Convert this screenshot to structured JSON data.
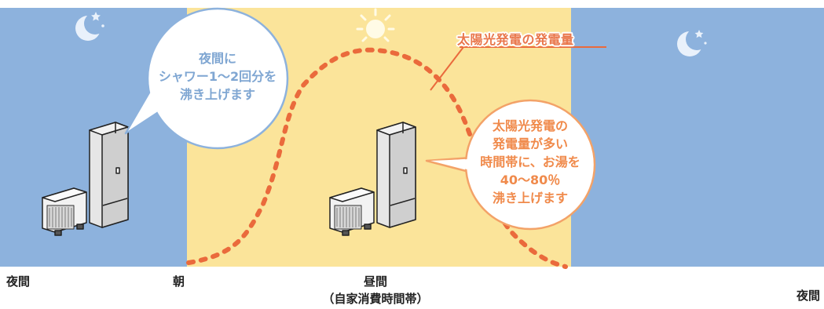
{
  "bubbles": {
    "night": "夜間に\nシャワー1〜2回分を\n沸き上げます",
    "day": "太陽光発電の\n発電量が多い\n時間帯に、お湯を\n40〜80％\n沸き上げます"
  },
  "curve_label": "太陽光発電の発電量",
  "time_labels": {
    "night_start": "夜間",
    "morning": "朝",
    "daytime": "昼間",
    "daytime_note": "（自家消費時間帯）",
    "night_end": "夜間"
  },
  "icons": {
    "moon_left": "moon-stars-icon",
    "sun": "sun-icon",
    "moon_right": "moon-stars-icon",
    "heat_pump_left": "heat-pump-water-heater-icon",
    "heat_pump_center": "heat-pump-water-heater-icon"
  },
  "colors": {
    "night": "#8db2dd",
    "day": "#fbe49a",
    "curve": "#ea6a3c",
    "bubble_night_border": "#8db2dd",
    "bubble_day_border": "#f3a268",
    "bubble_night_text": "#7fa6d2",
    "bubble_day_text": "#f08a4b"
  }
}
